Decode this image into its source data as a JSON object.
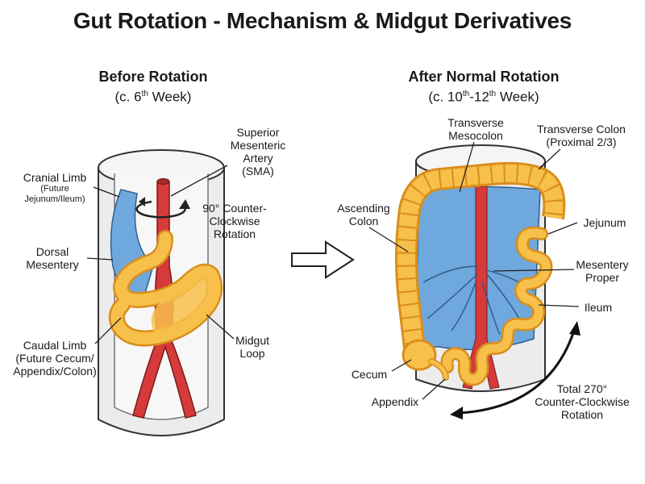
{
  "title": "Gut Rotation - Mechanism & Midgut Derivatives",
  "left_panel": {
    "heading": "Before Rotation",
    "subheading_pre": "(c. 6",
    "subheading_sup": "th",
    "subheading_post": " Week)",
    "labels": {
      "sma": [
        "Superior",
        "Mesenteric",
        "Artery",
        "(SMA)"
      ],
      "cranial_limb": "Cranial Limb",
      "cranial_limb_sub": [
        "(Future",
        "Jejunum/Ileum)"
      ],
      "rotation": [
        "90° Counter-",
        "Clockwise",
        "Rotation"
      ],
      "dorsal_mesentery": [
        "Dorsal",
        "Mesentery"
      ],
      "caudal_limb": [
        "Caudal Limb",
        "(Future Cecum/",
        "Appendix/Colon)"
      ],
      "midgut_loop": [
        "Midgut",
        "Loop"
      ]
    }
  },
  "right_panel": {
    "heading": "After Normal Rotation",
    "subheading_parts": [
      "(c. 10",
      "th",
      "-12",
      "th",
      " Week)"
    ],
    "labels": {
      "transverse_mesocolon": [
        "Transverse",
        "Mesocolon"
      ],
      "transverse_colon": [
        "Transverse Colon",
        "(Proximal 2/3)"
      ],
      "ascending_colon": [
        "Ascending",
        "Colon"
      ],
      "jejunum": "Jejunum",
      "mesentery_proper": [
        "Mesentery",
        "Proper"
      ],
      "ileum": "Ileum",
      "cecum": "Cecum",
      "appendix": "Appendix",
      "total_rotation": [
        "Total 270°",
        "Counter-Clockwise",
        "Rotation"
      ]
    }
  },
  "colors": {
    "artery": "#d63a3a",
    "mesentery": "#6fa8dc",
    "bowel": "#f7c04a",
    "bowel_outline": "#d98e1c",
    "body_wall": "#e4e4e4",
    "outline": "#333333"
  },
  "icons": [
    "right-arrow-icon",
    "rotation-arrow-icon",
    "curved-double-arrow-icon"
  ]
}
